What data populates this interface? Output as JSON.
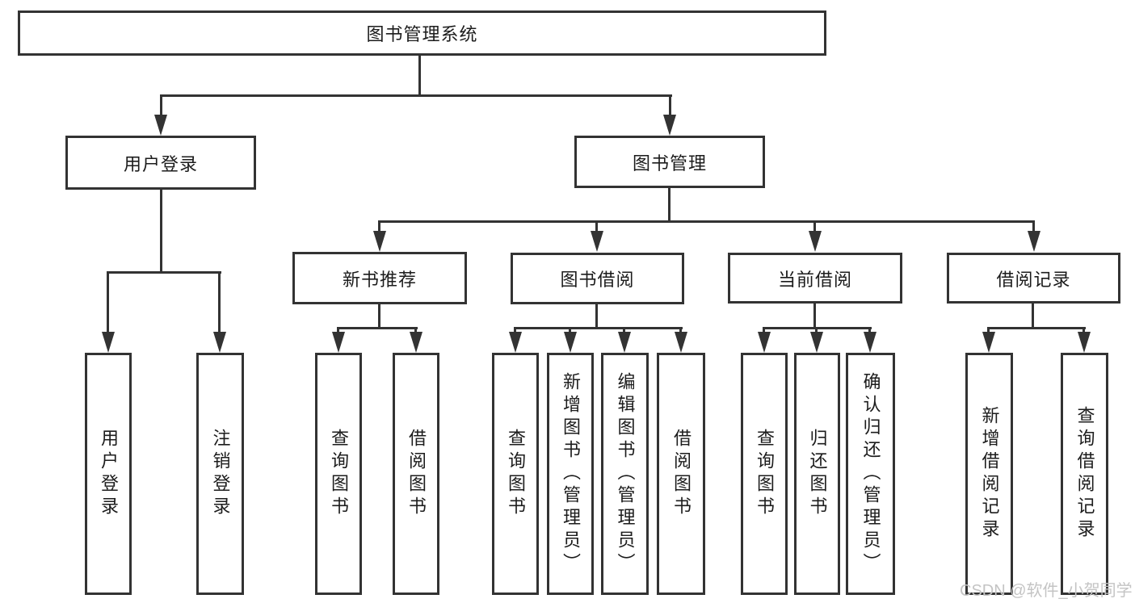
{
  "colors": {
    "line": "#333333",
    "text": "#1c1c1c",
    "watermark": "#c4c4c4",
    "bg": "#ffffff"
  },
  "tree": {
    "root": {
      "label": "图书管理系统"
    },
    "branches": [
      {
        "label": "用户登录",
        "children": [
          {
            "label": "用户登录"
          },
          {
            "label": "注销登录"
          }
        ]
      },
      {
        "label": "图书管理",
        "children": [
          {
            "label": "新书推荐",
            "children": [
              {
                "label": "查询图书"
              },
              {
                "label": "借阅图书"
              }
            ]
          },
          {
            "label": "图书借阅",
            "children": [
              {
                "label": "查询图书"
              },
              {
                "label": "新增图书（管理员）"
              },
              {
                "label": "编辑图书（管理员）"
              },
              {
                "label": "借阅图书"
              }
            ]
          },
          {
            "label": "当前借阅",
            "children": [
              {
                "label": "查询图书"
              },
              {
                "label": "归还图书"
              },
              {
                "label": "确认归还（管理员）"
              }
            ]
          },
          {
            "label": "借阅记录",
            "children": [
              {
                "label": "新增借阅记录"
              },
              {
                "label": "查询借阅记录"
              }
            ]
          }
        ]
      }
    ]
  },
  "watermark": {
    "text": "CSDN @软件_小贺同学"
  }
}
